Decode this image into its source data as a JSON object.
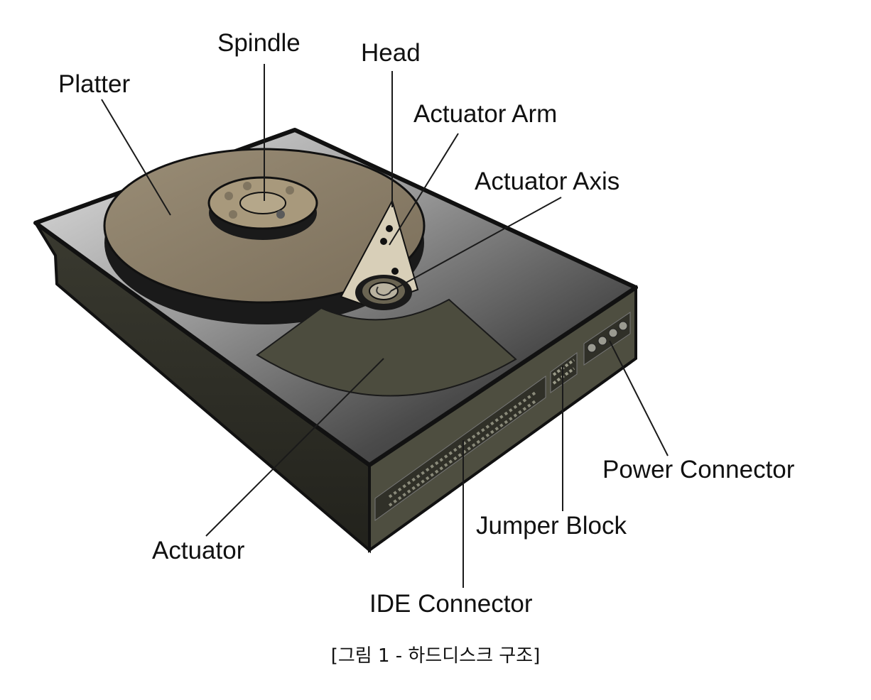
{
  "labels": {
    "spindle": "Spindle",
    "head": "Head",
    "platter": "Platter",
    "actuator_arm": "Actuator Arm",
    "actuator_axis": "Actuator Axis",
    "power_connector": "Power Connector",
    "jumper_block": "Jumper Block",
    "actuator": "Actuator",
    "ide_connector": "IDE Connector"
  },
  "caption": "[그림 1 - 하드디스크 구조]",
  "colors": {
    "outline": "#111111",
    "platter": "#8b7e68",
    "platter_edge": "#1a1a1a",
    "arm": "#d8cfb8",
    "actuator": "#4c4c3e",
    "connector_panel": "#5a5a4c",
    "label_text": "#111111"
  }
}
